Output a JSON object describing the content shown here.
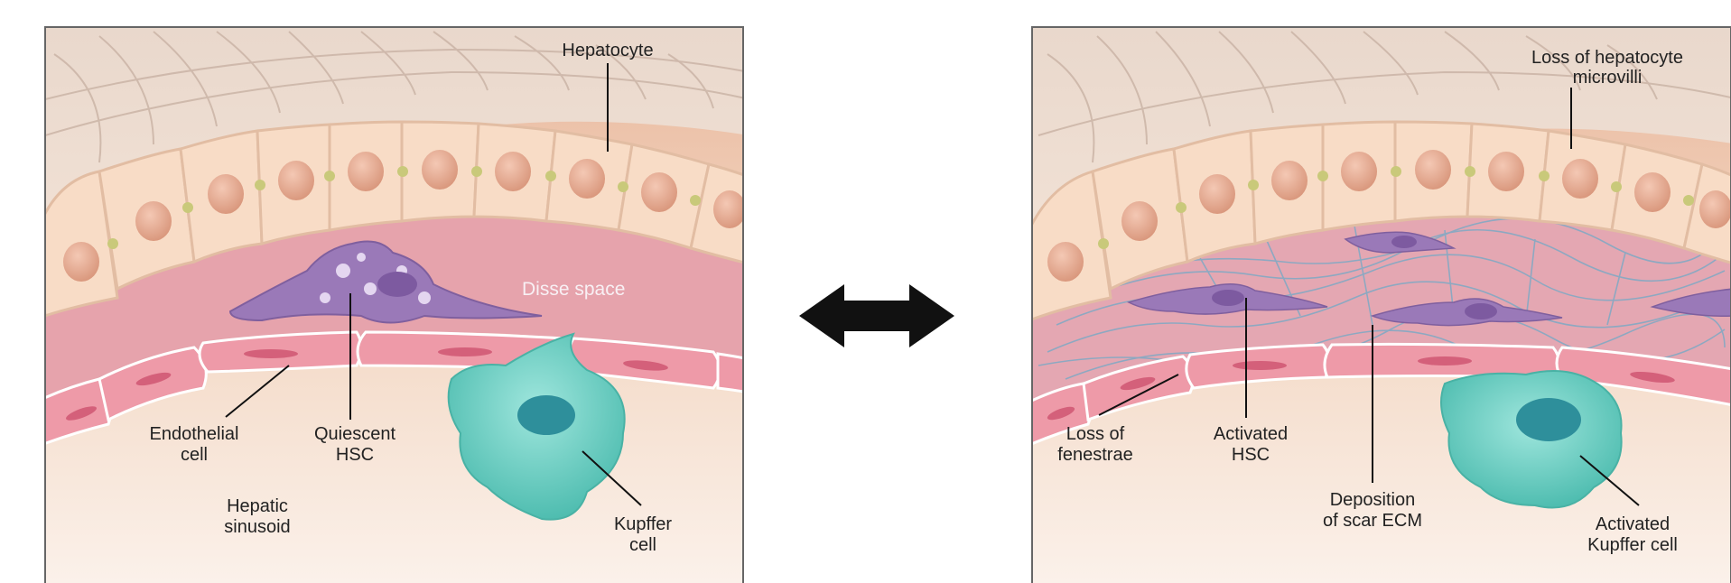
{
  "left_panel": {
    "hepatocyte": "Hepatocyte",
    "disse_space": "Disse space",
    "endothelial": [
      "Endothelial",
      "cell"
    ],
    "quiescent_hsc": [
      "Quiescent",
      "HSC"
    ],
    "hepatic_sinusoid": [
      "Hepatic",
      "sinusoid"
    ],
    "kupffer": [
      "Kupffer",
      "cell"
    ]
  },
  "right_panel": {
    "loss_microvilli": [
      "Loss of hepatocyte",
      "microvilli"
    ],
    "loss_fenestrae": [
      "Loss of",
      "fenestrae"
    ],
    "activated_hsc": [
      "Activated",
      "HSC"
    ],
    "scar_ecm": [
      "Deposition",
      "of scar ECM"
    ],
    "activated_kupffer": [
      "Activated",
      "Kupffer cell"
    ]
  },
  "colors": {
    "hepatocyte_fill": "#f6d6c0",
    "nucleus": "#e4a98f",
    "disse": "#e7a3ac",
    "endothelial": "#e8909e",
    "hsc": "#9a79b8",
    "kupffer": "#6ed0c4",
    "scar": "#7fa9c4",
    "arrow": "#111111"
  }
}
